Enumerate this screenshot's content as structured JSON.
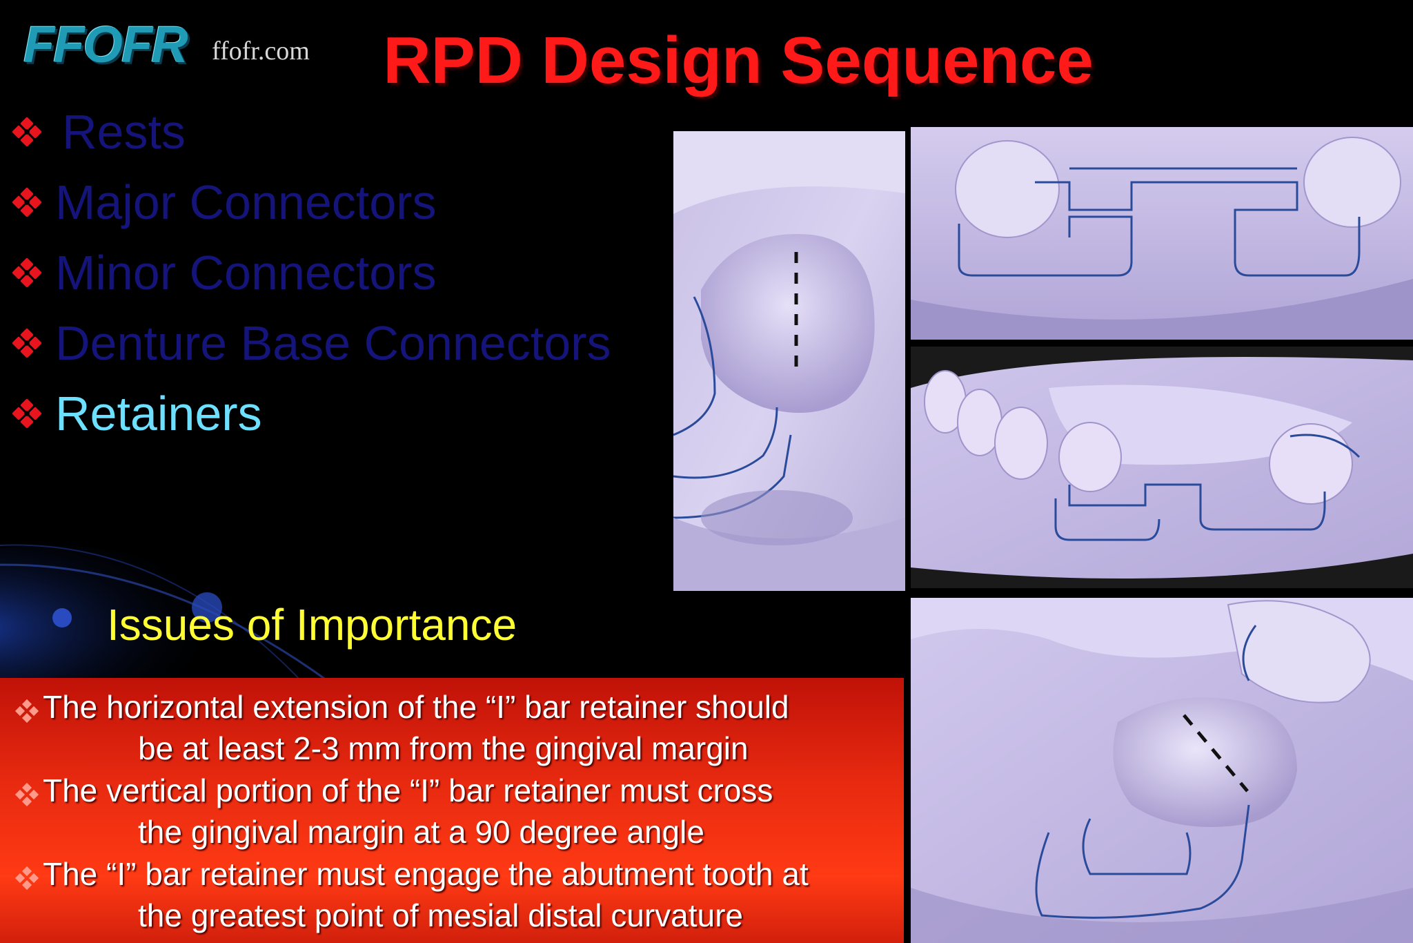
{
  "logo": {
    "mark": "FFOFR",
    "url": "ffofr.com"
  },
  "title": "RPD Design Sequence",
  "bullets": [
    {
      "label": "Rests",
      "active": false
    },
    {
      "label": "Major Connectors",
      "active": false
    },
    {
      "label": "Minor Connectors",
      "active": false
    },
    {
      "label": "Denture Base Connectors",
      "active": false
    },
    {
      "label": "Retainers",
      "active": true
    }
  ],
  "subheading": "Issues of Importance",
  "issues": [
    {
      "line1": "The horizontal extension of the “I” bar retainer should",
      "line2": "be at least 2-3 mm from the gingival margin"
    },
    {
      "line1": "The vertical portion of the “I” bar retainer must cross",
      "line2": "the gingival margin at a 90 degree angle"
    },
    {
      "line1": "The “I” bar retainer must engage the abutment tooth at",
      "line2": "the greatest point of mesial distal curvature"
    }
  ],
  "photos": [
    {
      "name": "closeup-i-bar-photo"
    },
    {
      "name": "maxillary-cast-design-photo"
    },
    {
      "name": "mandibular-cast-design-photo"
    },
    {
      "name": "abutment-tooth-closeup-photo"
    }
  ],
  "colors": {
    "title": "#ff1a1a",
    "inactive_bullet": "#14147a",
    "active_bullet": "#6ee0ff",
    "subheading": "#ffff33",
    "issues_panel": "#e82a10",
    "cast": "#d6cdef",
    "pencil_line": "#2a4a9a"
  }
}
